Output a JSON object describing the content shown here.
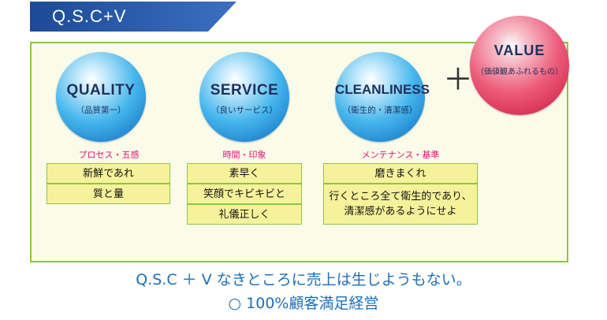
{
  "header": {
    "title": "Q.S.C+V"
  },
  "pillars": [
    {
      "title": "QUALITY",
      "subtitle": "（品質第一）",
      "caption": "プロセス・五感",
      "items": [
        "新鮮であれ",
        "質と量"
      ]
    },
    {
      "title": "SERVICE",
      "subtitle": "（良いサービス）",
      "caption": "時間・印象",
      "items": [
        "素早く",
        "笑顔でキビキビと",
        "礼儀正しく"
      ]
    },
    {
      "title": "CLEANLINESS",
      "subtitle": "（衛生的・清潔感）",
      "caption": "メンテナンス・基準",
      "items": [
        "磨きまくれ",
        "行くところ全て衛生的であり、",
        "清潔感があるようにせよ"
      ]
    }
  ],
  "plus": "＋",
  "value": {
    "title": "VALUE",
    "subtitle": "（価値観あふれるもの）"
  },
  "footer": {
    "line1": "Q.S.C ＋ V なきところに売上は生じようもない。",
    "line2": "○ 100%顧客満足経営"
  },
  "colors": {
    "tab": "#1f4e9c",
    "panel_border": "#8cc63f",
    "panel_bg": "#fbfbe9",
    "box_bg": "#f6f29b",
    "caption": "#e0147a",
    "footer_text": "#1d6fb8"
  }
}
